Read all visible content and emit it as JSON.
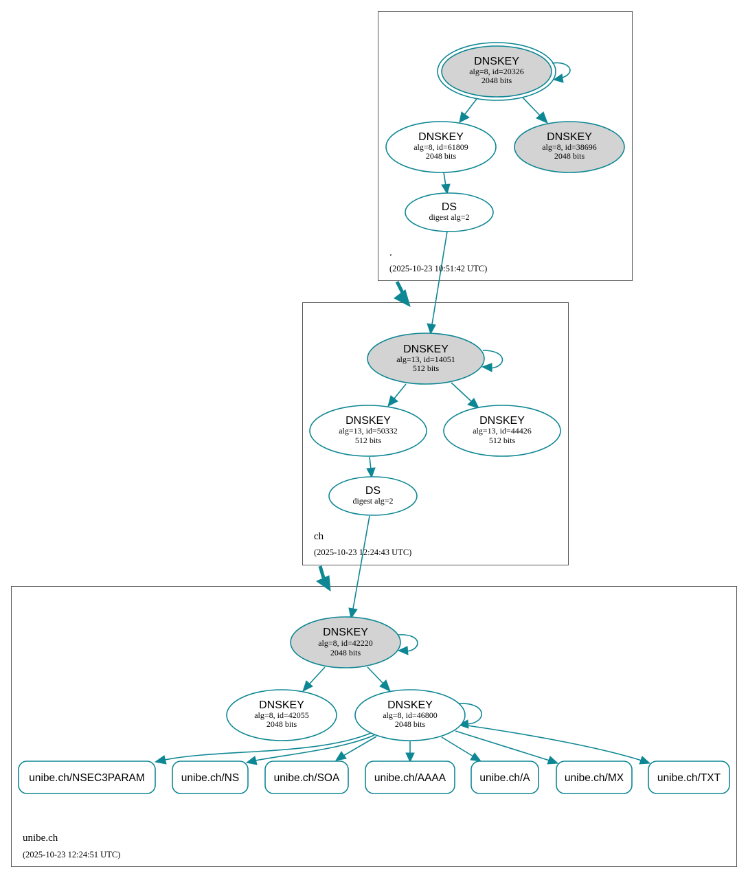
{
  "colors": {
    "edge": "#0e8794",
    "ksk_fill": "#d3d3d3",
    "key_fill": "#ffffff",
    "box": "#555555"
  },
  "zones": {
    "root": {
      "name": ".",
      "timestamp": "(2025-10-23 10:51:42 UTC)",
      "keys": [
        {
          "title": "DNSKEY",
          "line1": "alg=8, id=20326",
          "line2": "2048 bits",
          "ksk": true,
          "trust_anchor": true
        },
        {
          "title": "DNSKEY",
          "line1": "alg=8, id=61809",
          "line2": "2048 bits",
          "ksk": false
        },
        {
          "title": "DNSKEY",
          "line1": "alg=8, id=38696",
          "line2": "2048 bits",
          "ksk": true
        }
      ],
      "ds": {
        "title": "DS",
        "line1": "digest alg=2"
      }
    },
    "ch": {
      "name": "ch",
      "timestamp": "(2025-10-23 12:24:43 UTC)",
      "keys": [
        {
          "title": "DNSKEY",
          "line1": "alg=13, id=14051",
          "line2": "512 bits",
          "ksk": true
        },
        {
          "title": "DNSKEY",
          "line1": "alg=13, id=50332",
          "line2": "512 bits",
          "ksk": false
        },
        {
          "title": "DNSKEY",
          "line1": "alg=13, id=44426",
          "line2": "512 bits",
          "ksk": false
        }
      ],
      "ds": {
        "title": "DS",
        "line1": "digest alg=2"
      }
    },
    "unibe": {
      "name": "unibe.ch",
      "timestamp": "(2025-10-23 12:24:51 UTC)",
      "keys": [
        {
          "title": "DNSKEY",
          "line1": "alg=8, id=42220",
          "line2": "2048 bits",
          "ksk": true
        },
        {
          "title": "DNSKEY",
          "line1": "alg=8, id=42055",
          "line2": "2048 bits",
          "ksk": false
        },
        {
          "title": "DNSKEY",
          "line1": "alg=8, id=46800",
          "line2": "2048 bits",
          "ksk": false
        }
      ],
      "rrsets": [
        "unibe.ch/NSEC3PARAM",
        "unibe.ch/NS",
        "unibe.ch/SOA",
        "unibe.ch/AAAA",
        "unibe.ch/A",
        "unibe.ch/MX",
        "unibe.ch/TXT"
      ]
    }
  }
}
